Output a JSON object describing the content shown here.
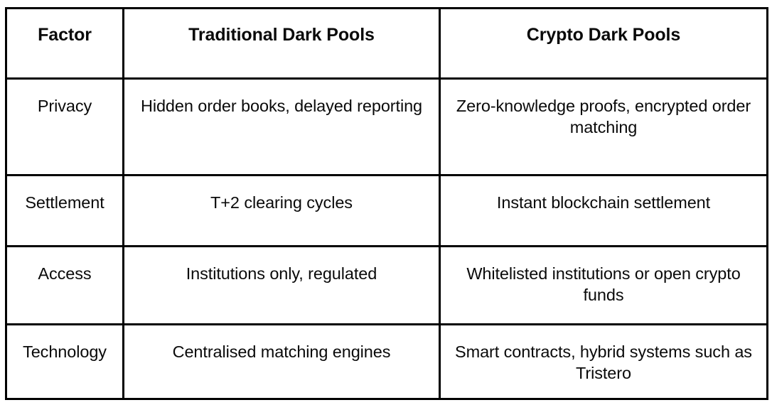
{
  "table": {
    "columns": [
      {
        "key": "factor",
        "header": "Factor"
      },
      {
        "key": "traditional",
        "header": "Traditional Dark Pools"
      },
      {
        "key": "crypto",
        "header": "Crypto Dark Pools"
      }
    ],
    "rows": [
      {
        "factor": "Privacy",
        "traditional": "Hidden order books, delayed reporting",
        "crypto": "Zero-knowledge proofs, encrypted order matching"
      },
      {
        "factor": "Settlement",
        "traditional": "T+2 clearing cycles",
        "crypto": "Instant blockchain settlement"
      },
      {
        "factor": "Access",
        "traditional": "Institutions only, regulated",
        "crypto": "Whitelisted institutions or open crypto funds"
      },
      {
        "factor": "Technology",
        "traditional": "Centralised matching engines",
        "crypto": "Smart contracts, hybrid systems such as Tristero"
      }
    ]
  },
  "style": {
    "border_color": "#000000",
    "background_color": "#ffffff",
    "text_color": "#0a0a0a"
  }
}
